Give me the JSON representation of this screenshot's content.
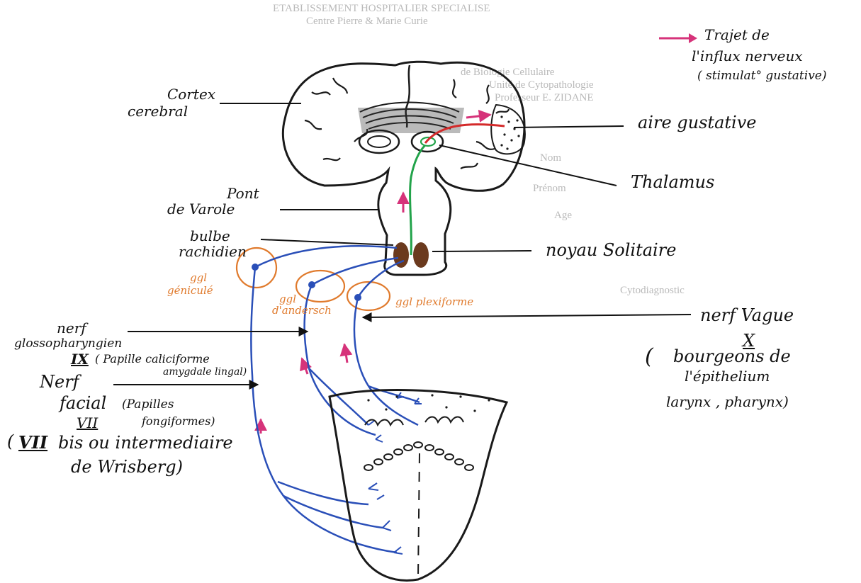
{
  "ghost_text": {
    "line1": "ETABLISSEMENT HOSPITALIER SPECIALISE",
    "line2": "Centre Pierre & Marie Curie",
    "line3": "de Biologie Cellulaire",
    "line4": "Unité de Cytopathologie",
    "line5": "Professeur E. ZIDANE",
    "line6": "Nom",
    "line7": "Prénom",
    "line8": "Age",
    "line9": "Cytodiagnostic"
  },
  "legend": {
    "line1": "Trajet de",
    "line2": "l'influx nerveux",
    "line3": "( stimulat° gustative)",
    "arrow_color": "#d6337a"
  },
  "labels": {
    "cortex_l1": "Cortex",
    "cortex_l2": "cerebral",
    "aire": "aire gustative",
    "thalamus": "Thalamus",
    "pont_l1": "Pont",
    "pont_l2": "de Varole",
    "bulbe_l1": "bulbe",
    "bulbe_l2": "rachidien",
    "noyau": "noyau Solitaire",
    "ggl_gen_l1": "ggl",
    "ggl_gen_l2": "géniculé",
    "ggl_and_l1": "ggl",
    "ggl_and_l2": "d'andersch",
    "ggl_plex": "ggl plexiforme",
    "nerf_vague_l1": "nerf Vague",
    "nerf_vague_l2": "X",
    "vague_detail_l1": "bourgeons de",
    "vague_detail_l2": "l'épithelium",
    "vague_detail_l3": "larynx , pharynx)",
    "glosso_l1": "nerf",
    "glosso_l2": "glossopharyngien",
    "glosso_l3": "IX",
    "glosso_detail_l1": "( Papille caliciforme",
    "glosso_detail_l2": "amygdale lingal)",
    "facial_l1": "Nerf",
    "facial_l2": "facial",
    "facial_l3": "VII",
    "facial_detail_l1": "(Papilles",
    "facial_detail_l2": "fongiformes)",
    "bis_l1_a": "VII",
    "bis_l1_b": "bis ou intermediaire",
    "bis_l2": "de Wrisberg)"
  },
  "colors": {
    "nerve": "#2a4fb8",
    "pathway_green": "#22a34a",
    "pathway_red": "#d42a2a",
    "arrow_pink": "#d6337a",
    "ganglion_orange": "#e07a2c",
    "outline": "#1a1a1a",
    "nucleus_brown": "#6b3a1e"
  }
}
